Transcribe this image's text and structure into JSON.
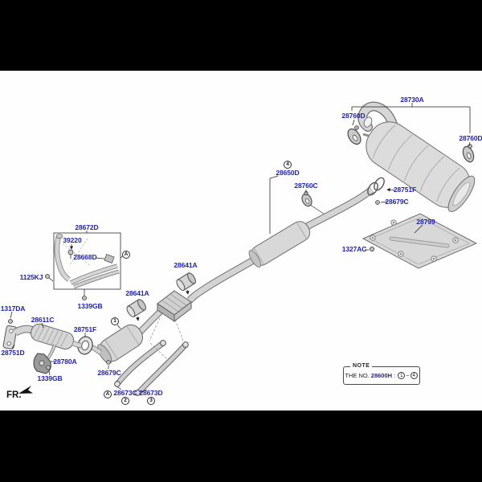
{
  "labels": {
    "l_28730A": "28730A",
    "l_28760D_left": "28760D",
    "l_28760D_right": "28760D",
    "l_28650D": "28650D",
    "l_28760C": "28760C",
    "l_28751F_right": "28751F",
    "l_28679C_right": "28679C",
    "l_28799": "28799",
    "l_1327AC": "1327AC",
    "l_28672D": "28672D",
    "l_39220": "39220",
    "l_28668D": "28668D",
    "l_1125KJ": "1125KJ",
    "l_1339GB_upper": "1339GB",
    "l_28611C": "28611C",
    "l_1317DA": "1317DA",
    "l_28751F_center": "28751F",
    "l_28751D": "28751D",
    "l_28780A": "28780A",
    "l_1339GB_lower": "1339GB",
    "l_28679C_lower": "28679C",
    "l_28673C": "28673C",
    "l_28673D": "28673D",
    "l_28641A_upper": "28641A",
    "l_28641A_lower": "28641A"
  },
  "markers": {
    "circle_4": "4",
    "circle_1": "1",
    "circle_A_box": "A",
    "circle_A_bottom": "A",
    "circle_2": "2",
    "circle_3": "3"
  },
  "note": {
    "title": "NOTE",
    "text_prefix": "THE NO.",
    "part_no": "28600H",
    "separator": ":",
    "range_from": "1",
    "range_tilde": "~",
    "range_to": "4"
  },
  "fr": {
    "label": "FR."
  },
  "colors": {
    "label_blue": "#2020b2",
    "line_black": "#222222",
    "part_fill": "#d6d6d6",
    "part_stroke": "#6f6f6f",
    "background": "#000000",
    "canvas": "#fefefe"
  }
}
